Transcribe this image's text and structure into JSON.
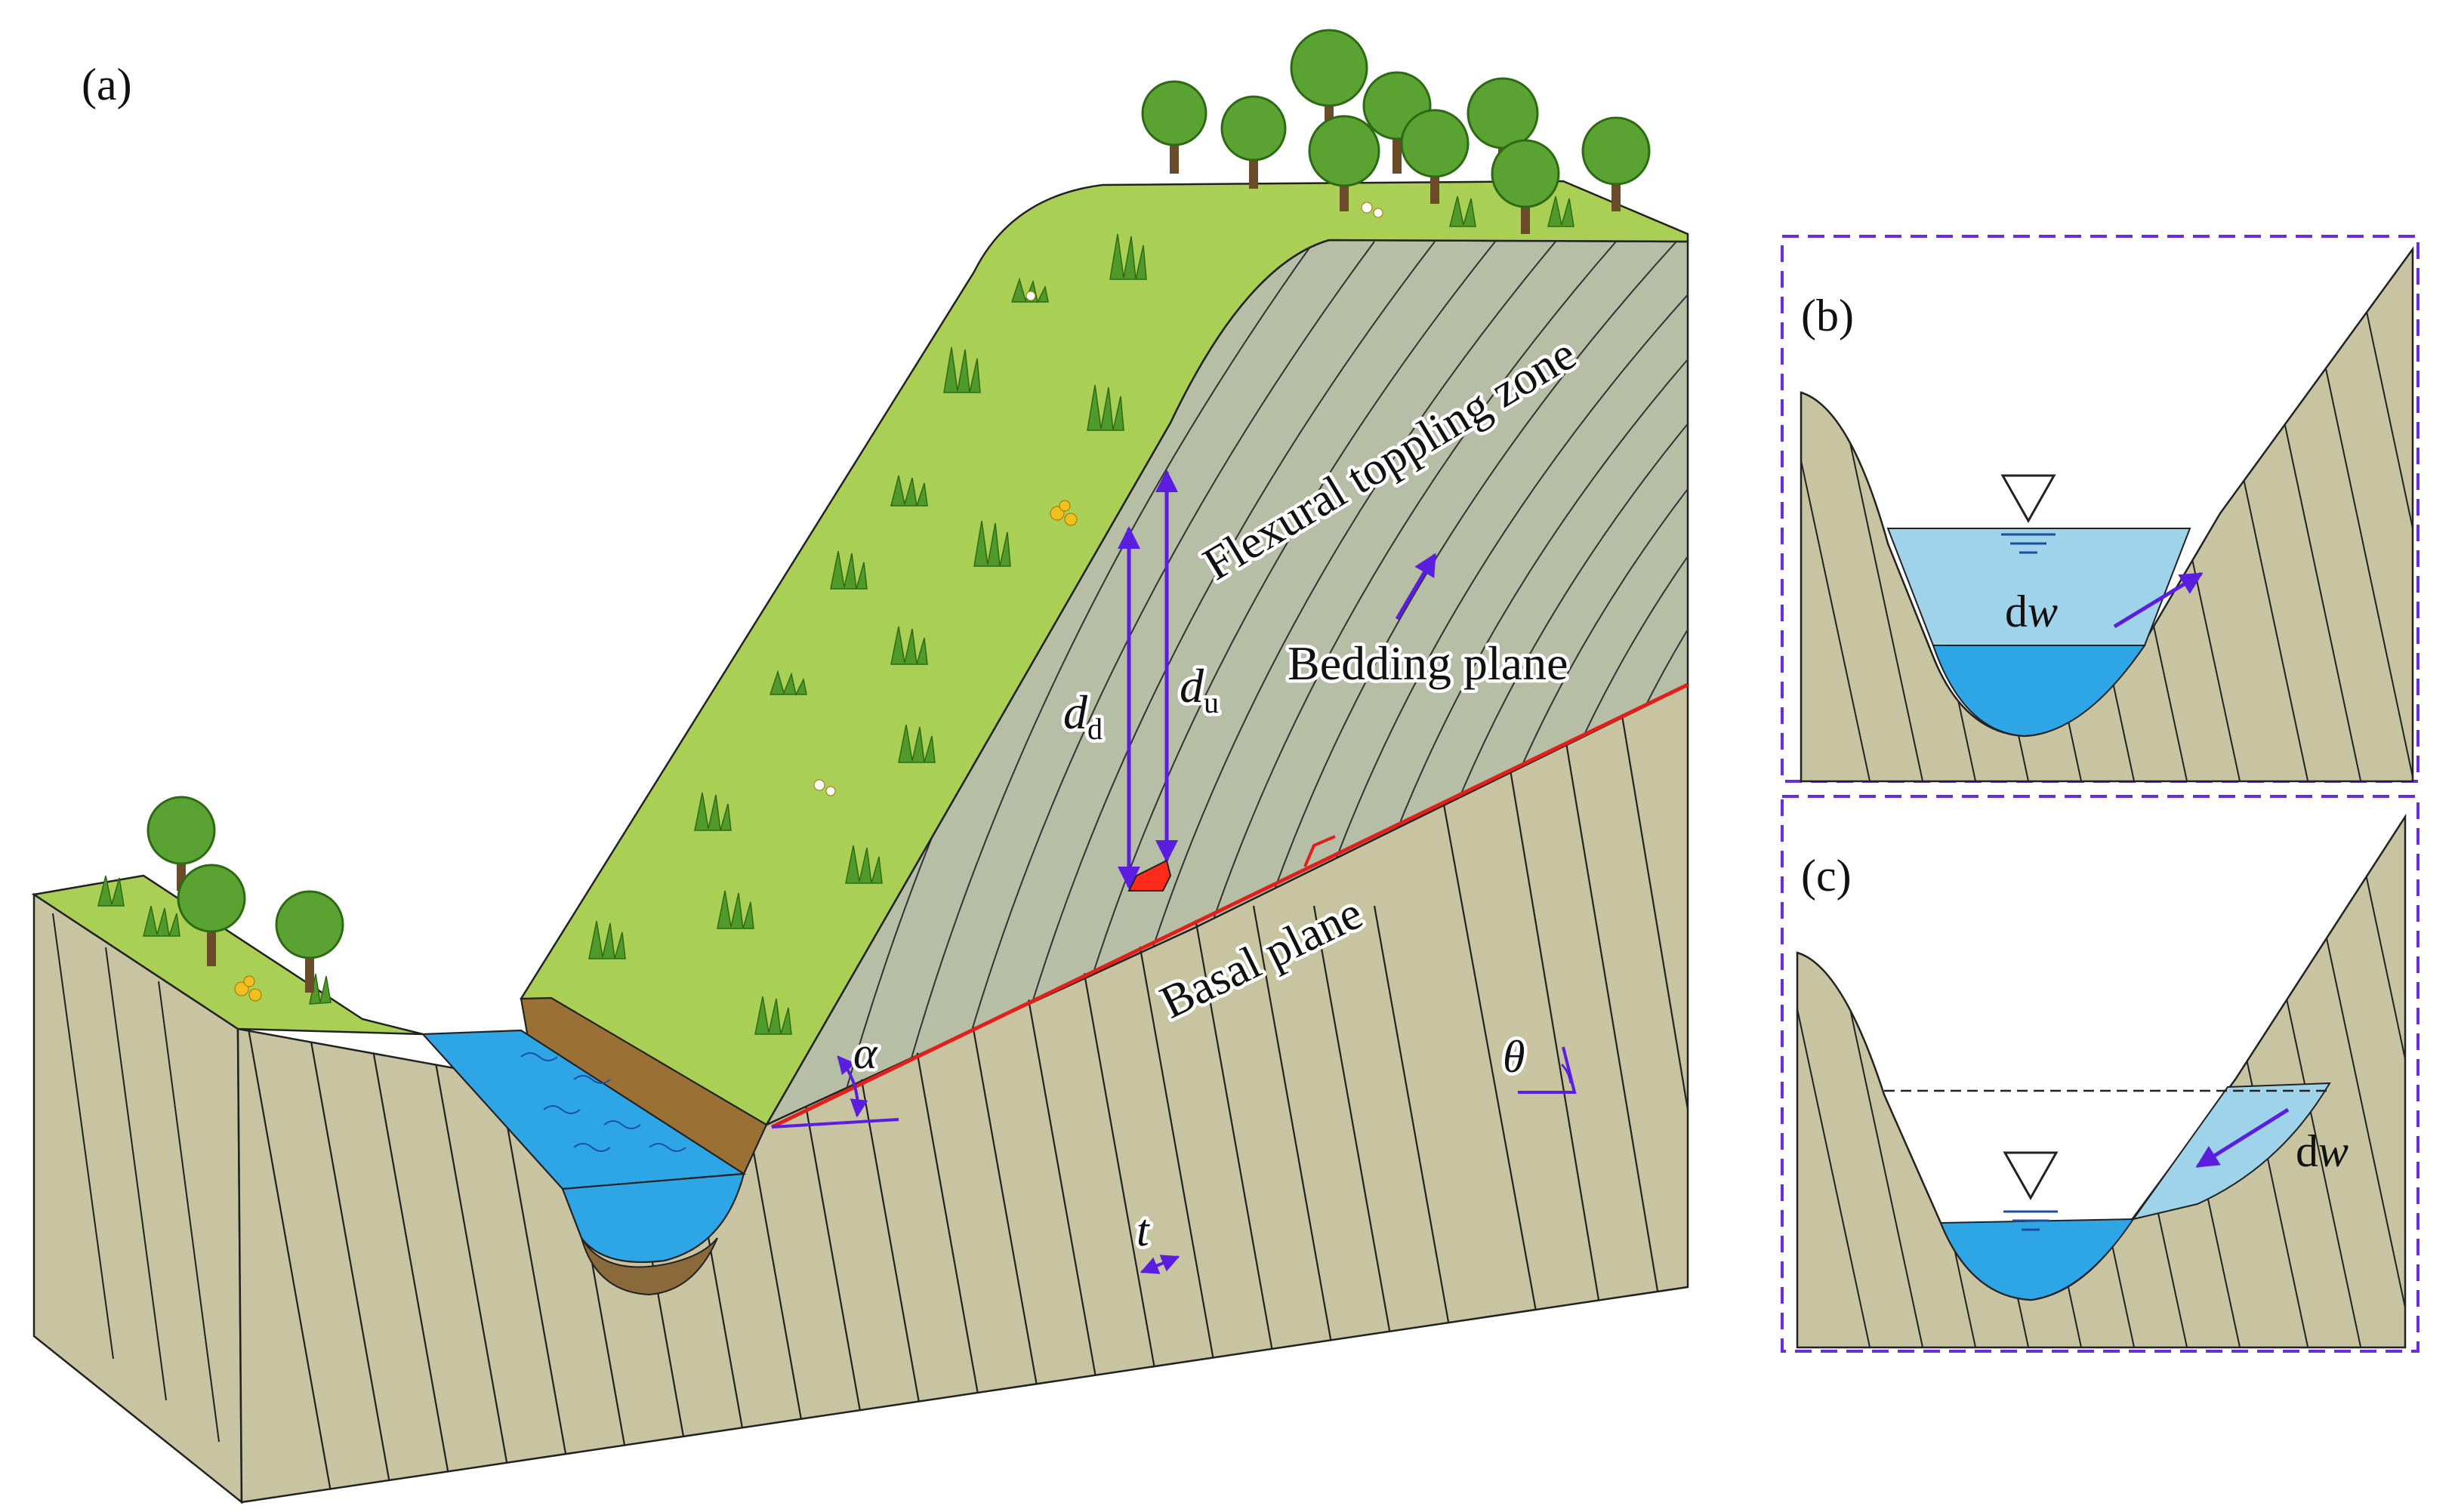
{
  "panels": {
    "a": {
      "label": "(a)",
      "zone_label": "Flexural toppling zone",
      "bedding_label": "Bedding plane",
      "basal_label": "Basal plane",
      "dd_main": "d",
      "dd_sub": "d",
      "du_main": "d",
      "du_sub": "u",
      "alpha": "α",
      "theta": "θ",
      "t": "t"
    },
    "b": {
      "label": "(b)",
      "dw_d": "d",
      "dw_w": "w"
    },
    "c": {
      "label": "(c)",
      "dw_d": "d",
      "dw_w": "w"
    }
  },
  "colors": {
    "rock": "#c8c3a0",
    "grass": "#a9cf55",
    "toppled_zone": "#b6bea6",
    "water_light": "#9fd3ea",
    "water_deep": "#2ea6e6",
    "basal_line": "#e0201b",
    "arrow": "#5b1ee0",
    "frame_dash": "#6a2ddc",
    "soil": "#9a7034",
    "block": "#ff2a1a"
  }
}
